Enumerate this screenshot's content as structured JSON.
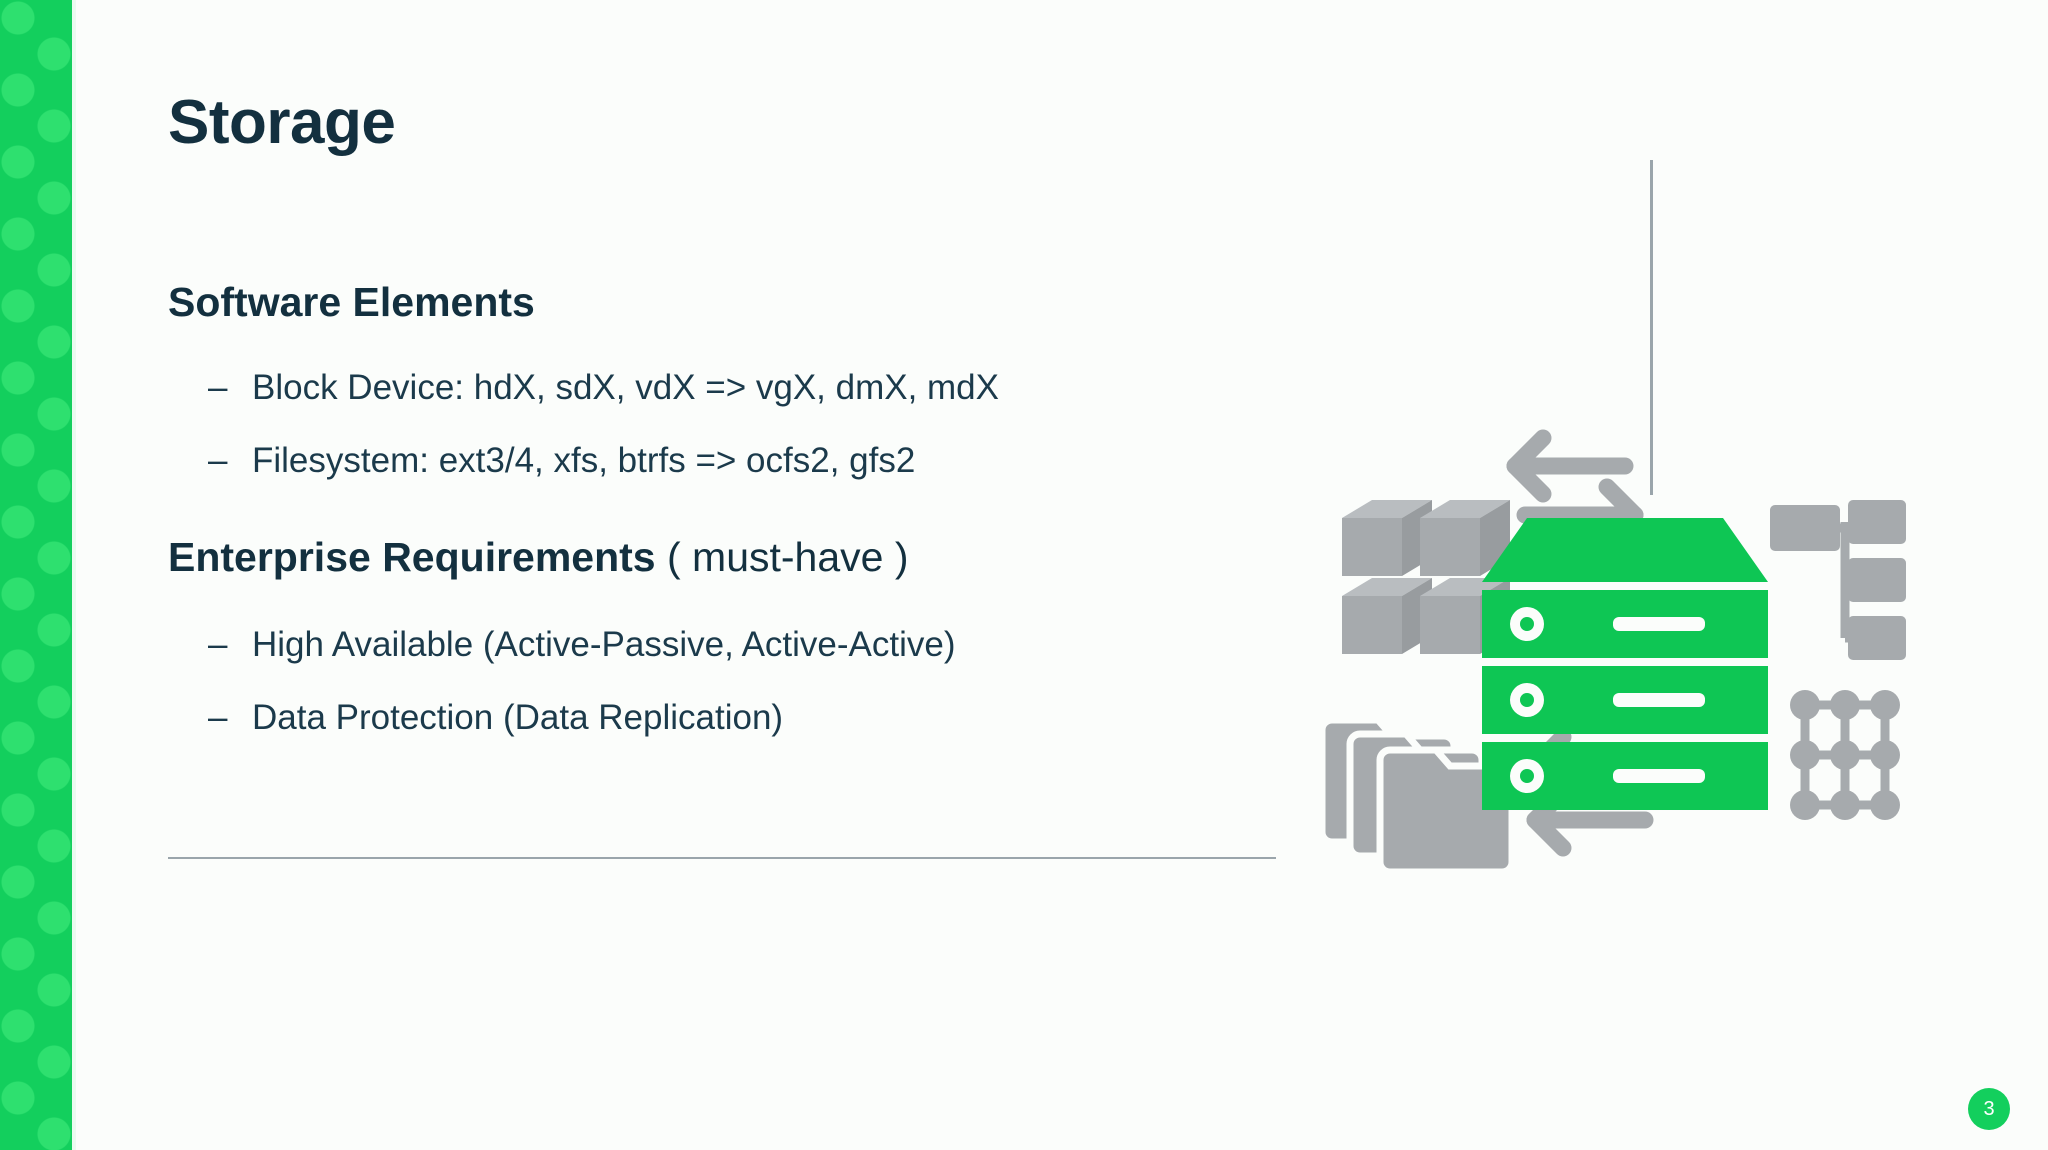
{
  "slide": {
    "title": "Storage",
    "page_number": "3",
    "accent_color": "#13cf5d",
    "text_color": "#13303f",
    "icon_gray": "#a6aaad",
    "background": "#fbfdfb"
  },
  "sections": [
    {
      "heading": "Software Elements",
      "heading_suffix": "",
      "bullets": [
        {
          "marker": "–",
          "text": "Block Device: hdX, sdX, vdX => vgX, dmX, mdX"
        },
        {
          "marker": "–",
          "text": "Filesystem: ext3/4, xfs, btrfs => ocfs2, gfs2"
        }
      ]
    },
    {
      "heading": "Enterprise Requirements",
      "heading_suffix": " ( must-have )",
      "bullets": [
        {
          "marker": "–",
          "text": "High Available (Active-Passive, Active-Active)"
        },
        {
          "marker": "–",
          "text": "Data Protection (Data Replication)"
        }
      ]
    }
  ],
  "illustration": {
    "icons": [
      "swap-arrows-icon",
      "server-rack-icon",
      "cubes-icon",
      "folders-icon",
      "tree-hierarchy-icon",
      "mesh-grid-icon",
      "incoming-arrows-icon"
    ]
  }
}
